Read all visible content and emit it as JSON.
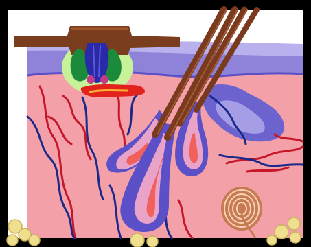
{
  "diagram": {
    "kind": "skin-cross-section-illustration",
    "colors": {
      "frame": "#000000",
      "background": "#ffffff",
      "dermis": "#f3a0a8",
      "epidermis": "#8e83d9",
      "epidermis_top": "#b9b0ee",
      "stratum": "#c6bdf0",
      "hair_shaft": "#7a3a1e",
      "hair_shaft_light": "#a45a34",
      "follicle_outer": "#5b50c8",
      "follicle_inner": "#e9a2c8",
      "follicle_core": "#f1605a",
      "blood_red": "#c5162a",
      "blood_blue": "#1b2a8a",
      "gland_outer": "#6c63cf",
      "gland_inner": "#a59ee6",
      "fat": "#f0df8f",
      "pacinian": "#c87a52",
      "tick_body": "#7a3d1e",
      "tick_green": "#1b8a3a",
      "tick_blue": "#2a2aa8",
      "tick_magenta": "#c23a8a",
      "halo": "#c8f29a",
      "bite_red": "#e2221c"
    },
    "elements": [
      "tick",
      "hair-shafts",
      "hair-follicles",
      "sebaceous-gland",
      "blood-vessels",
      "pacinian-corpuscle",
      "fat-cells"
    ]
  }
}
